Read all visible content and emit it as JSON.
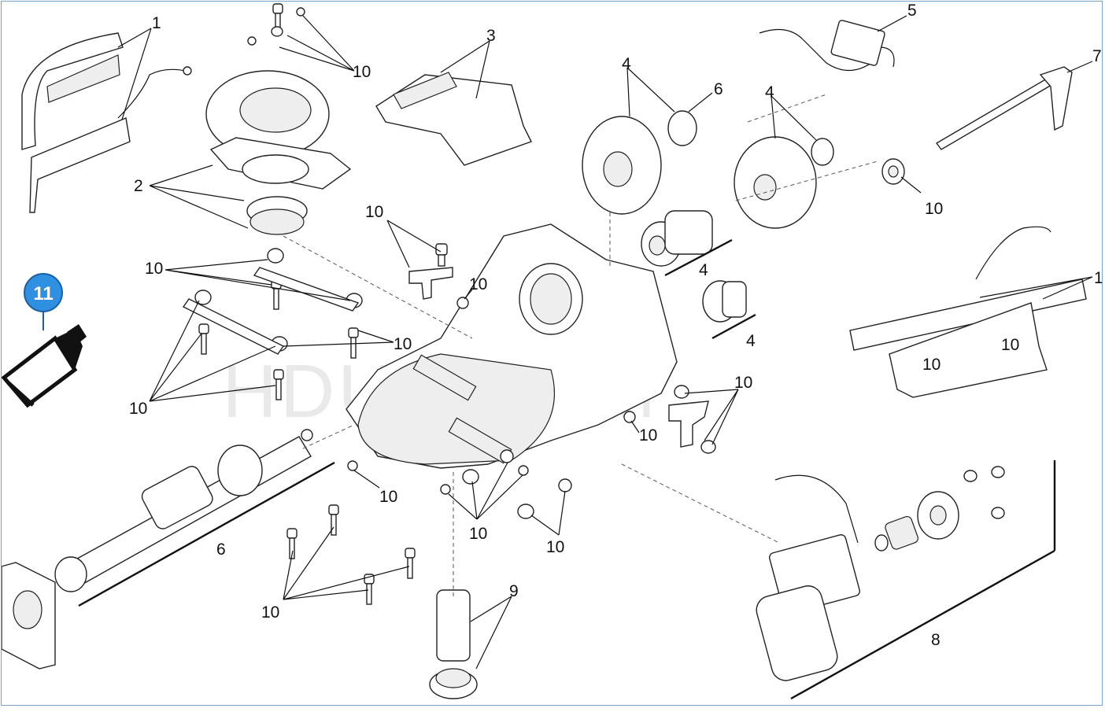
{
  "diagram": {
    "watermark": "HDUS.COM",
    "badge_number": "11",
    "callouts": [
      {
        "id": "c1a",
        "text": "1"
      },
      {
        "id": "c1b",
        "text": "1"
      },
      {
        "id": "c2",
        "text": "2"
      },
      {
        "id": "c3",
        "text": "3"
      },
      {
        "id": "c4a",
        "text": "4"
      },
      {
        "id": "c4b",
        "text": "4"
      },
      {
        "id": "c4c",
        "text": "4"
      },
      {
        "id": "c4d",
        "text": "4"
      },
      {
        "id": "c5",
        "text": "5"
      },
      {
        "id": "c6a",
        "text": "6"
      },
      {
        "id": "c6b",
        "text": "6"
      },
      {
        "id": "c7",
        "text": "7"
      },
      {
        "id": "c8",
        "text": "8"
      },
      {
        "id": "c9",
        "text": "9"
      },
      {
        "id": "c10a",
        "text": "10"
      },
      {
        "id": "c10b",
        "text": "10"
      },
      {
        "id": "c10c",
        "text": "10"
      },
      {
        "id": "c10d",
        "text": "10"
      },
      {
        "id": "c10e",
        "text": "10"
      },
      {
        "id": "c10f",
        "text": "10"
      },
      {
        "id": "c10g",
        "text": "10"
      },
      {
        "id": "c10h",
        "text": "10"
      },
      {
        "id": "c10i",
        "text": "10"
      },
      {
        "id": "c10j",
        "text": "10"
      },
      {
        "id": "c10k",
        "text": "10"
      },
      {
        "id": "c10l",
        "text": "10"
      },
      {
        "id": "c10m",
        "text": "10"
      },
      {
        "id": "c10n",
        "text": "10"
      },
      {
        "id": "c10o",
        "text": "10"
      }
    ],
    "colors": {
      "badge": "#2f8fe0",
      "badge_text": "#ffffff",
      "line": "#111111",
      "frame": "#7aa2c8"
    }
  }
}
